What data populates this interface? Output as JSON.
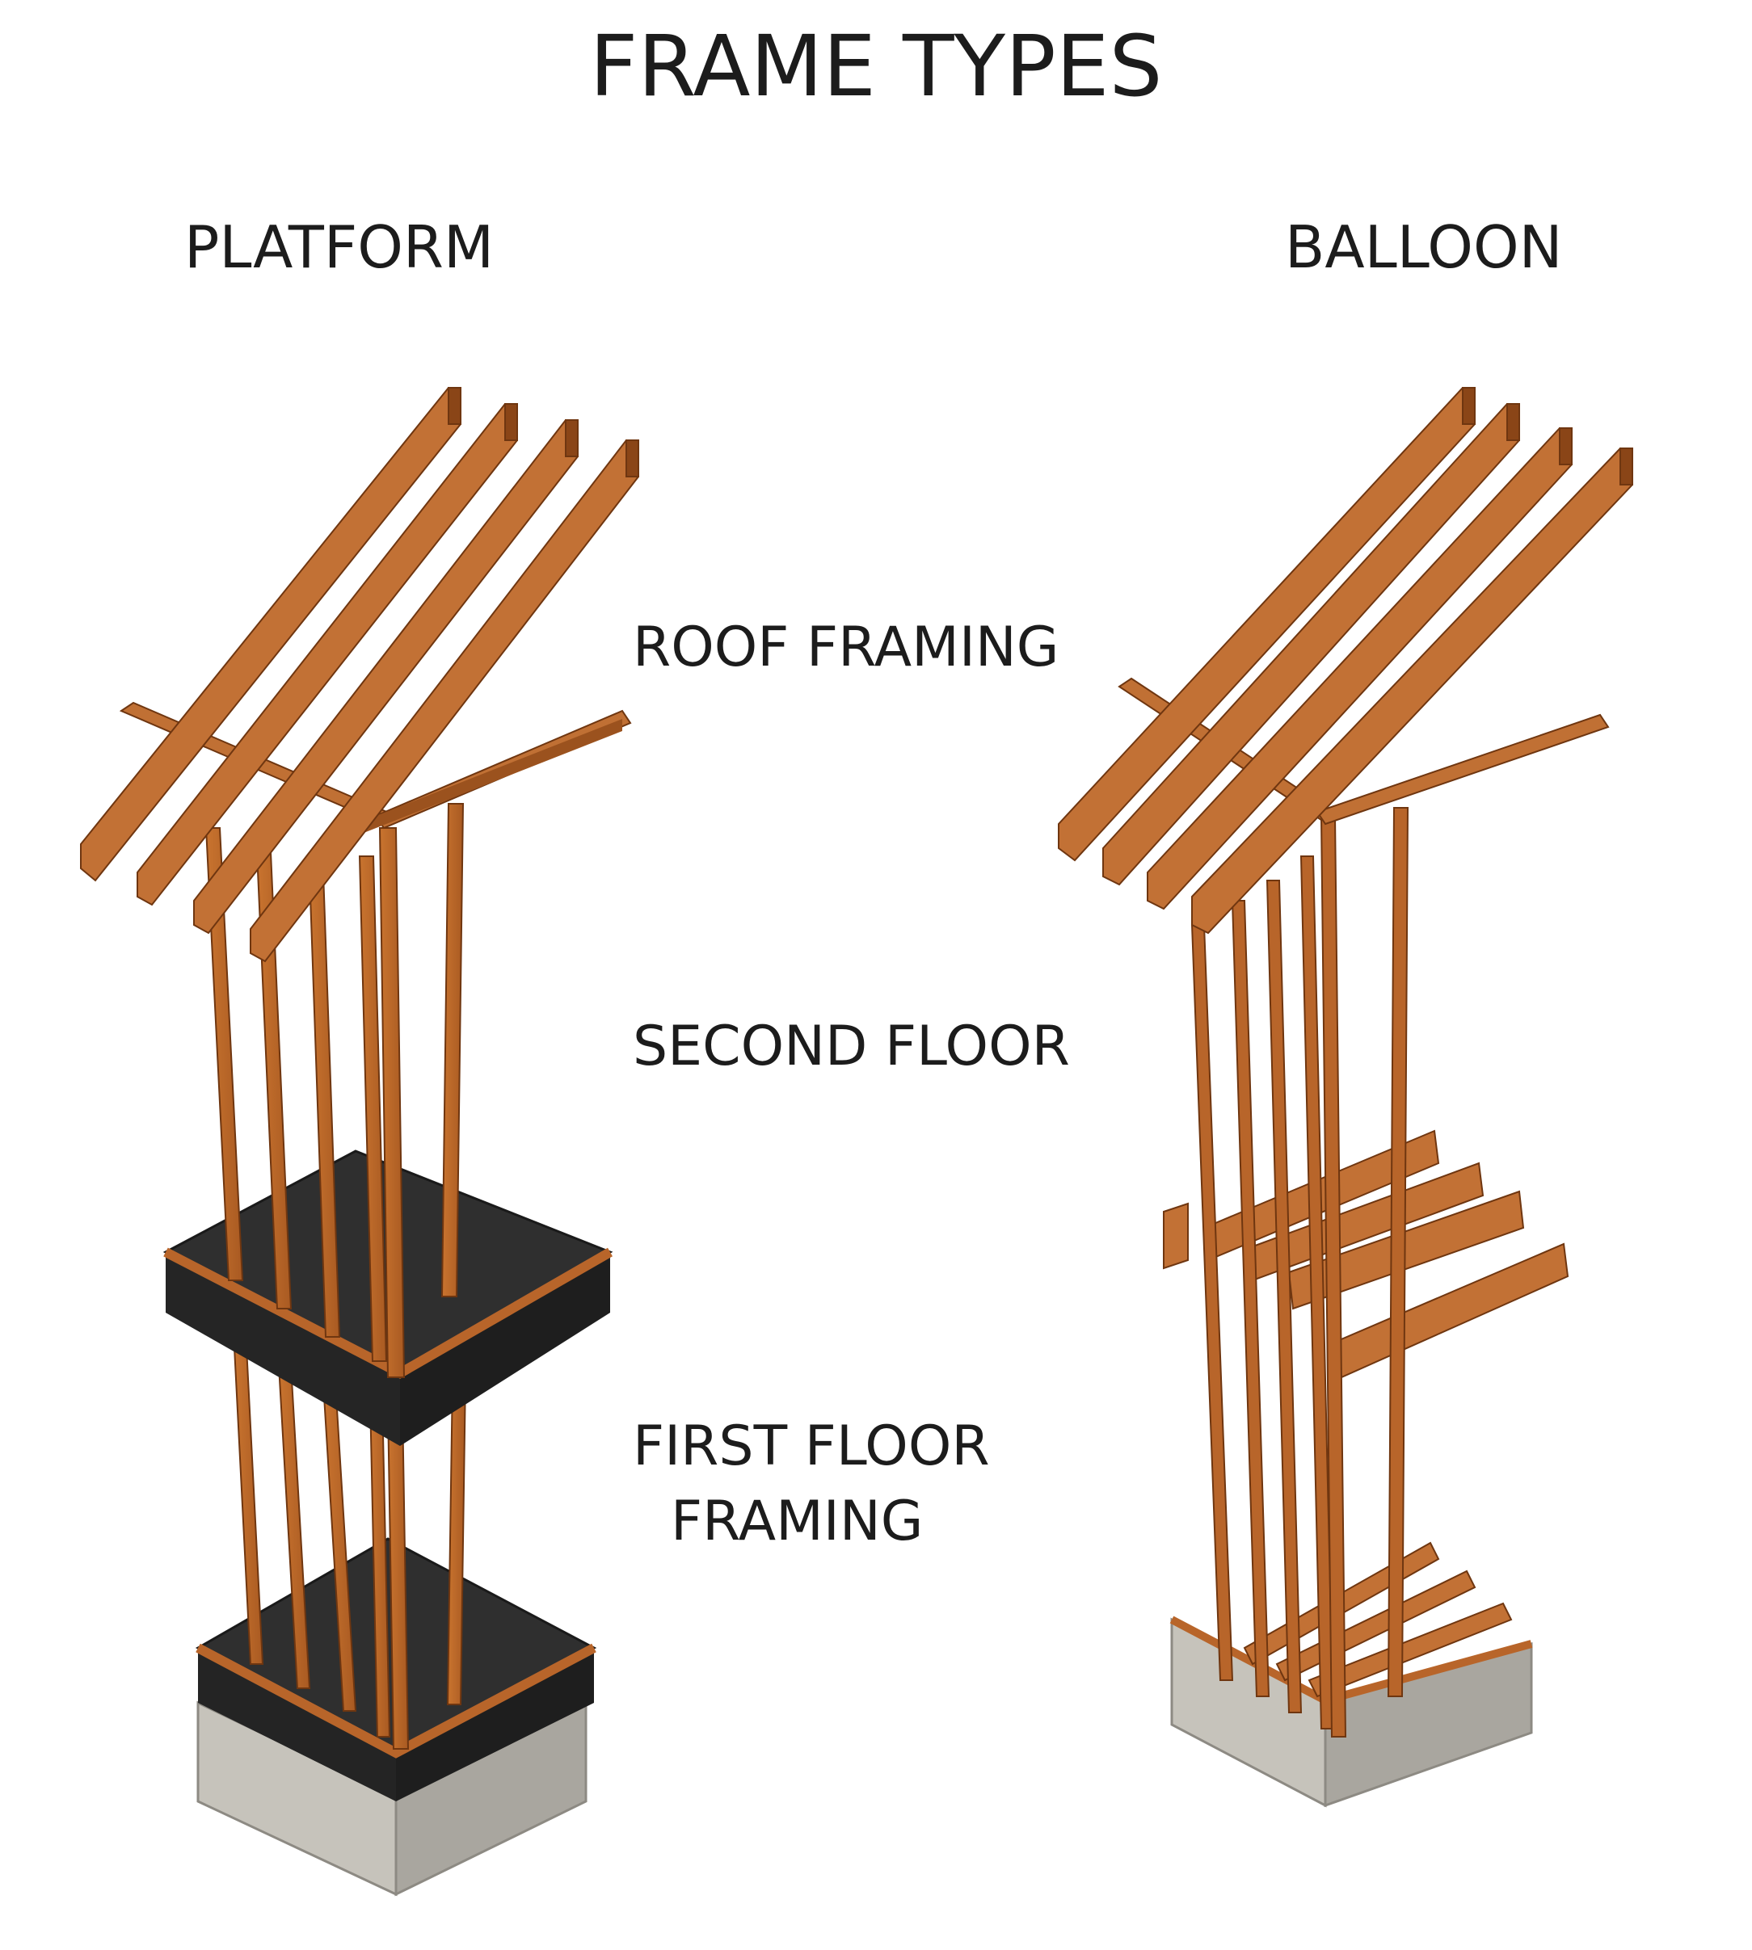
{
  "title": "FRAME TYPES",
  "frames": {
    "platform": {
      "label": "PLATFORM"
    },
    "balloon": {
      "label": "BALLOON"
    }
  },
  "labels": {
    "roof": "ROOF FRAMING",
    "second": "SECOND FLOOR",
    "first_line1": "FIRST FLOOR",
    "first_line2": "FRAMING"
  },
  "colors": {
    "wood": "#b8652a",
    "wood_light": "#cf7f3f",
    "wood_dark": "#8a4517",
    "subfloor": "#2b2b2b",
    "concrete": "#bdbab2"
  }
}
